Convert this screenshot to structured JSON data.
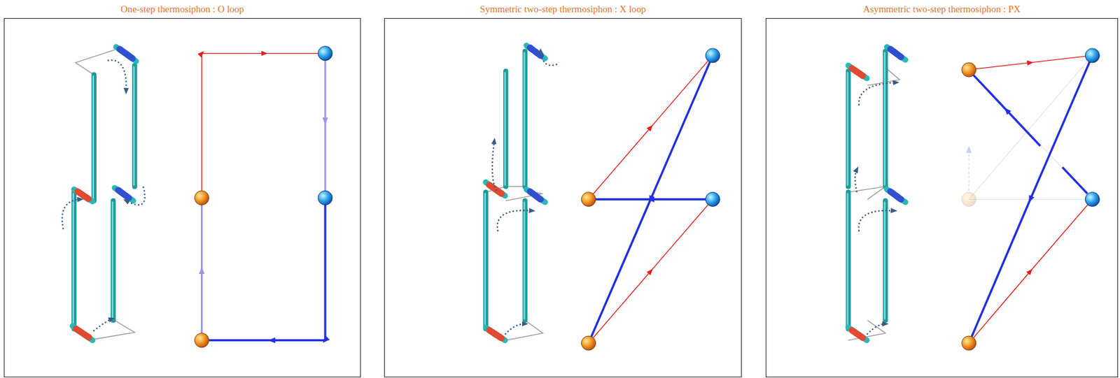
{
  "diagram": {
    "nodes": [
      {
        "text": [
          "One-step thermosiphon : O loop"
        ]
      },
      {
        "text": [
          "Symmetric two-step thermosiphon : X loop"
        ]
      },
      {
        "text": [
          "Asymmetric two-step thermosiphon : PX"
        ]
      }
    ]
  }
}
